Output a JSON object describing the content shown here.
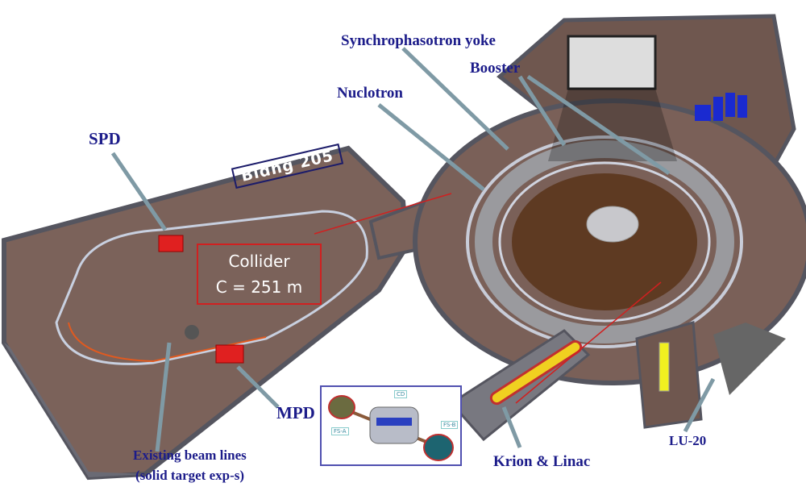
{
  "labels": {
    "synchrophasotron": "Synchrophasotron yoke",
    "booster": "Booster",
    "nuclotron": "Nuclotron",
    "spd": "SPD",
    "mpd": "MPD",
    "beam_lines_1": "Existing beam lines",
    "beam_lines_2": "(solid target exp-s)",
    "krion_linac": "Krion & Linac",
    "lu20": "LU-20",
    "building": "Bldng 205",
    "collider_title": "Collider",
    "collider_circ": "C = 251 m"
  },
  "inset": {
    "cd": "CD",
    "fsa": "FS-A",
    "fsb": "FS-B"
  },
  "colors": {
    "label": "#1c1c8a",
    "floor": "#7a6058",
    "wall": "#5a5a66",
    "magnet": "#e02020",
    "ring": "#c8ccd8"
  }
}
